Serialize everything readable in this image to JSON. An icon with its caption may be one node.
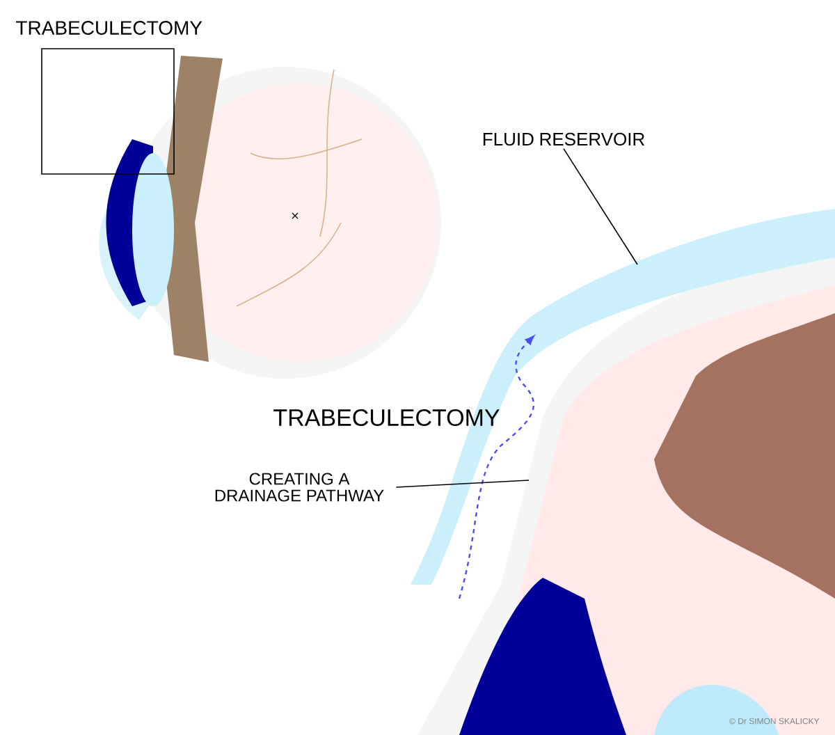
{
  "diagram": {
    "nodes": [
      {
        "text": [
          "FLUID RESERVOIR"
        ]
      },
      {
        "text": [
          "CREATING A DRAINAGE PATHWAY"
        ]
      }
    ],
    "edges": [
      {
        "from": 0,
        "to": null,
        "arrow": "none"
      },
      {
        "from": 1,
        "to": null,
        "arrow": "none"
      }
    ],
    "labels": [
      "TRABECULECTOMY",
      "TRABECULECTOMY",
      "© Dr SIMON SKALICKY"
    ]
  }
}
